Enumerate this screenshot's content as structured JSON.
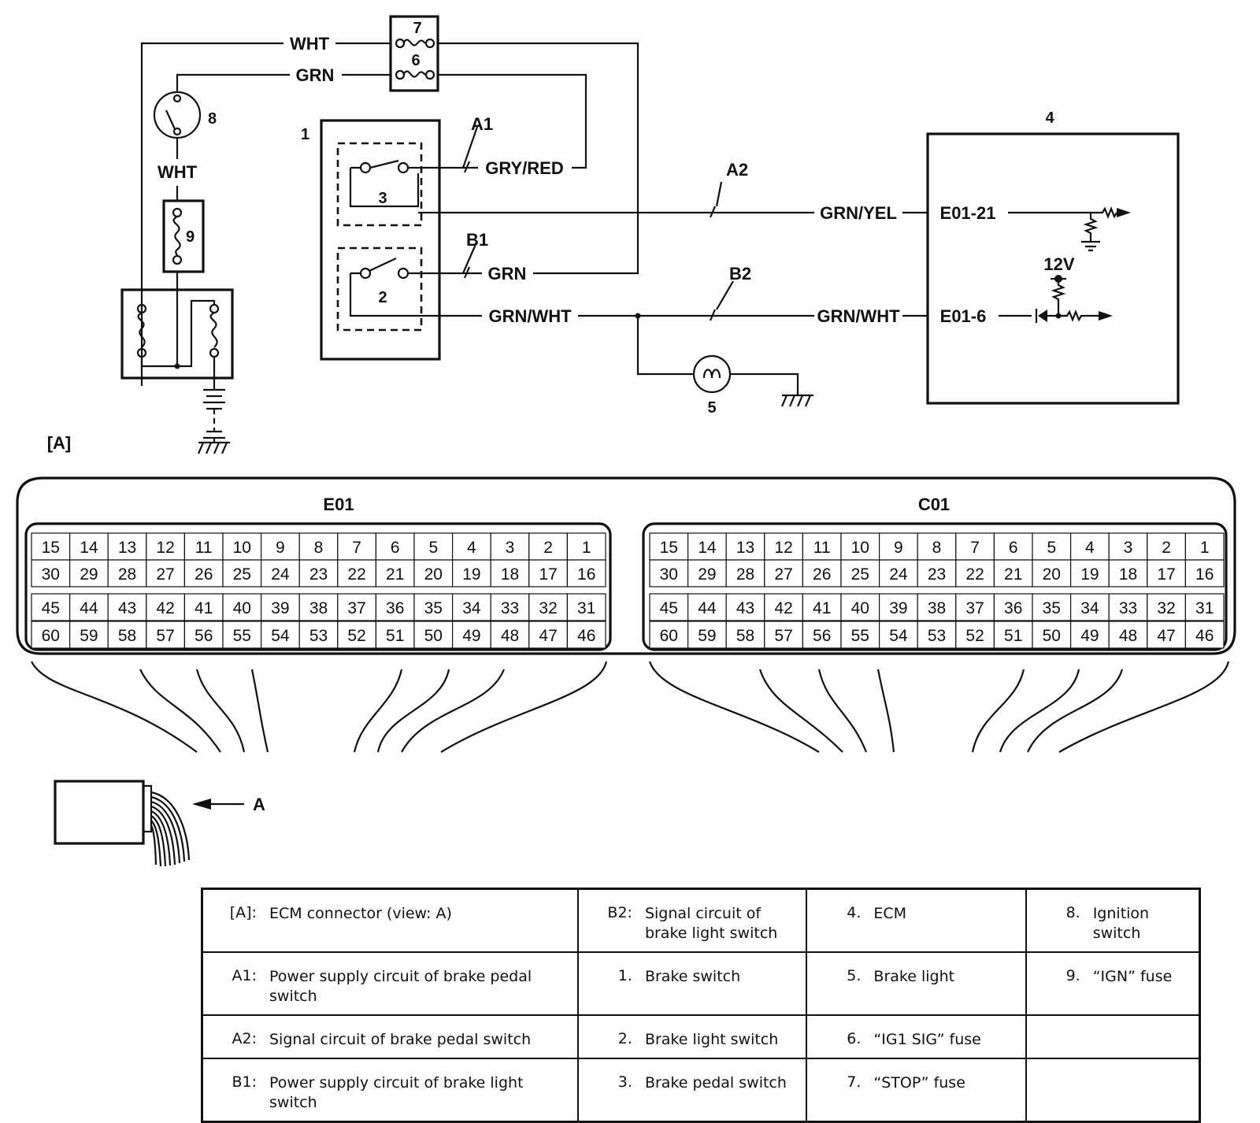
{
  "schematic": {
    "wire_labels": {
      "wht_top": "WHT",
      "grn_top": "GRN",
      "wht_left": "WHT",
      "gry_red": "GRY/RED",
      "grn_b1": "GRN",
      "grn_wht_switch": "GRN/WHT",
      "grn_yel_ecm": "GRN/YEL",
      "grn_wht_ecm": "GRN/WHT"
    },
    "circuit_labels": {
      "a1": "A1",
      "a2": "A2",
      "b1": "B1",
      "b2": "B2"
    },
    "component_numbers": {
      "brake_switch": "1",
      "brake_light_switch": "2",
      "brake_pedal_switch": "3",
      "ecm": "4",
      "brake_light": "5",
      "fuse_ig1_sig": "6",
      "fuse_stop": "7",
      "ignition_switch": "8",
      "fuse_ign": "9"
    },
    "ecm_terminals": {
      "e01_21": "E01-21",
      "e01_6": "E01-6"
    },
    "voltage": "12V",
    "view_label": "[A]"
  },
  "connector": {
    "left_title": "E01",
    "right_title": "C01",
    "rows": [
      [
        "15",
        "14",
        "13",
        "12",
        "11",
        "10",
        "9",
        "8",
        "7",
        "6",
        "5",
        "4",
        "3",
        "2",
        "1"
      ],
      [
        "30",
        "29",
        "28",
        "27",
        "26",
        "25",
        "24",
        "23",
        "22",
        "21",
        "20",
        "19",
        "18",
        "17",
        "16"
      ],
      [
        "45",
        "44",
        "43",
        "42",
        "41",
        "40",
        "39",
        "38",
        "37",
        "36",
        "35",
        "34",
        "33",
        "32",
        "31"
      ],
      [
        "60",
        "59",
        "58",
        "57",
        "56",
        "55",
        "54",
        "53",
        "52",
        "51",
        "50",
        "49",
        "48",
        "47",
        "46"
      ]
    ],
    "view_arrow_label": "A"
  },
  "legend": {
    "rows": [
      [
        {
          "key": "[A]:",
          "value": "ECM connector (view: A)"
        },
        {
          "key": "B2:",
          "value": "Signal circuit of brake light switch"
        },
        {
          "key": "4.",
          "value": "ECM"
        },
        {
          "key": "8.",
          "value": "Ignition switch"
        }
      ],
      [
        {
          "key": "A1:",
          "value": "Power supply circuit of brake pedal switch"
        },
        {
          "key": "1.",
          "value": "Brake switch"
        },
        {
          "key": "5.",
          "value": "Brake light"
        },
        {
          "key": "9.",
          "value": "“IGN” fuse"
        }
      ],
      [
        {
          "key": "A2:",
          "value": "Signal circuit of brake pedal switch"
        },
        {
          "key": "2.",
          "value": "Brake light switch"
        },
        {
          "key": "6.",
          "value": "“IG1 SIG” fuse"
        },
        {
          "key": "",
          "value": ""
        }
      ],
      [
        {
          "key": "B1:",
          "value": "Power supply circuit of brake light switch"
        },
        {
          "key": "3.",
          "value": "Brake pedal switch"
        },
        {
          "key": "7.",
          "value": "“STOP” fuse"
        },
        {
          "key": "",
          "value": ""
        }
      ]
    ]
  }
}
